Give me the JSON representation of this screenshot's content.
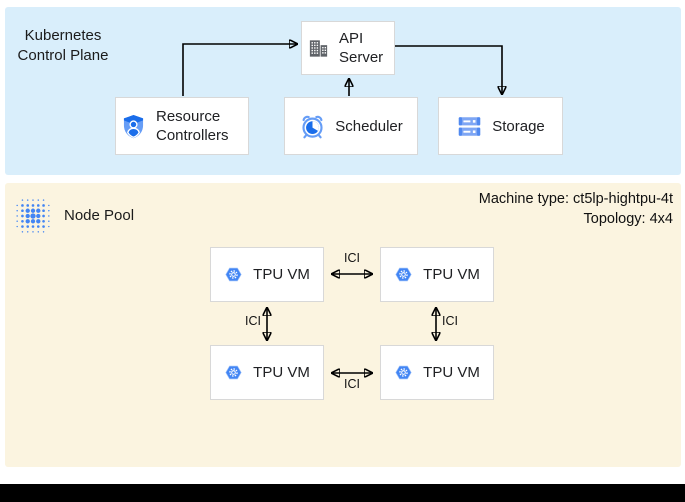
{
  "control_plane": {
    "title": "Kubernetes Control Plane",
    "boxes": {
      "api_server": {
        "label": "API Server",
        "icon": "building-icon"
      },
      "resource_controllers": {
        "label": "Resource Controllers",
        "icon": "shield-person-icon"
      },
      "scheduler": {
        "label": "Scheduler",
        "icon": "alarm-clock-icon"
      },
      "storage": {
        "label": "Storage",
        "icon": "storage-disks-icon"
      }
    }
  },
  "node_pool": {
    "title": "Node Pool",
    "icon": "dot-grid-icon",
    "machine_type_label": "Machine type: ct5lp-hightpu-4t",
    "topology_label": "Topology: 4x4",
    "vms": [
      {
        "label": "TPU VM",
        "icon": "gke-hexagon-gear-icon"
      },
      {
        "label": "TPU VM",
        "icon": "gke-hexagon-gear-icon"
      },
      {
        "label": "TPU VM",
        "icon": "gke-hexagon-gear-icon"
      },
      {
        "label": "TPU VM",
        "icon": "gke-hexagon-gear-icon"
      }
    ],
    "links": [
      {
        "label": "ICI"
      },
      {
        "label": "ICI"
      },
      {
        "label": "ICI"
      },
      {
        "label": "ICI"
      }
    ]
  },
  "colors": {
    "control_plane_bg": "#d9eefb",
    "node_pool_bg": "#fbf4e0",
    "box_border": "#d8d8d8",
    "arrow": "#000000",
    "google_blue": "#4285f4",
    "blue_light": "#669df6",
    "blue_medium": "#7ea6f4",
    "blue_dark": "#1a6dea",
    "icon_gray": "#5f6368"
  }
}
